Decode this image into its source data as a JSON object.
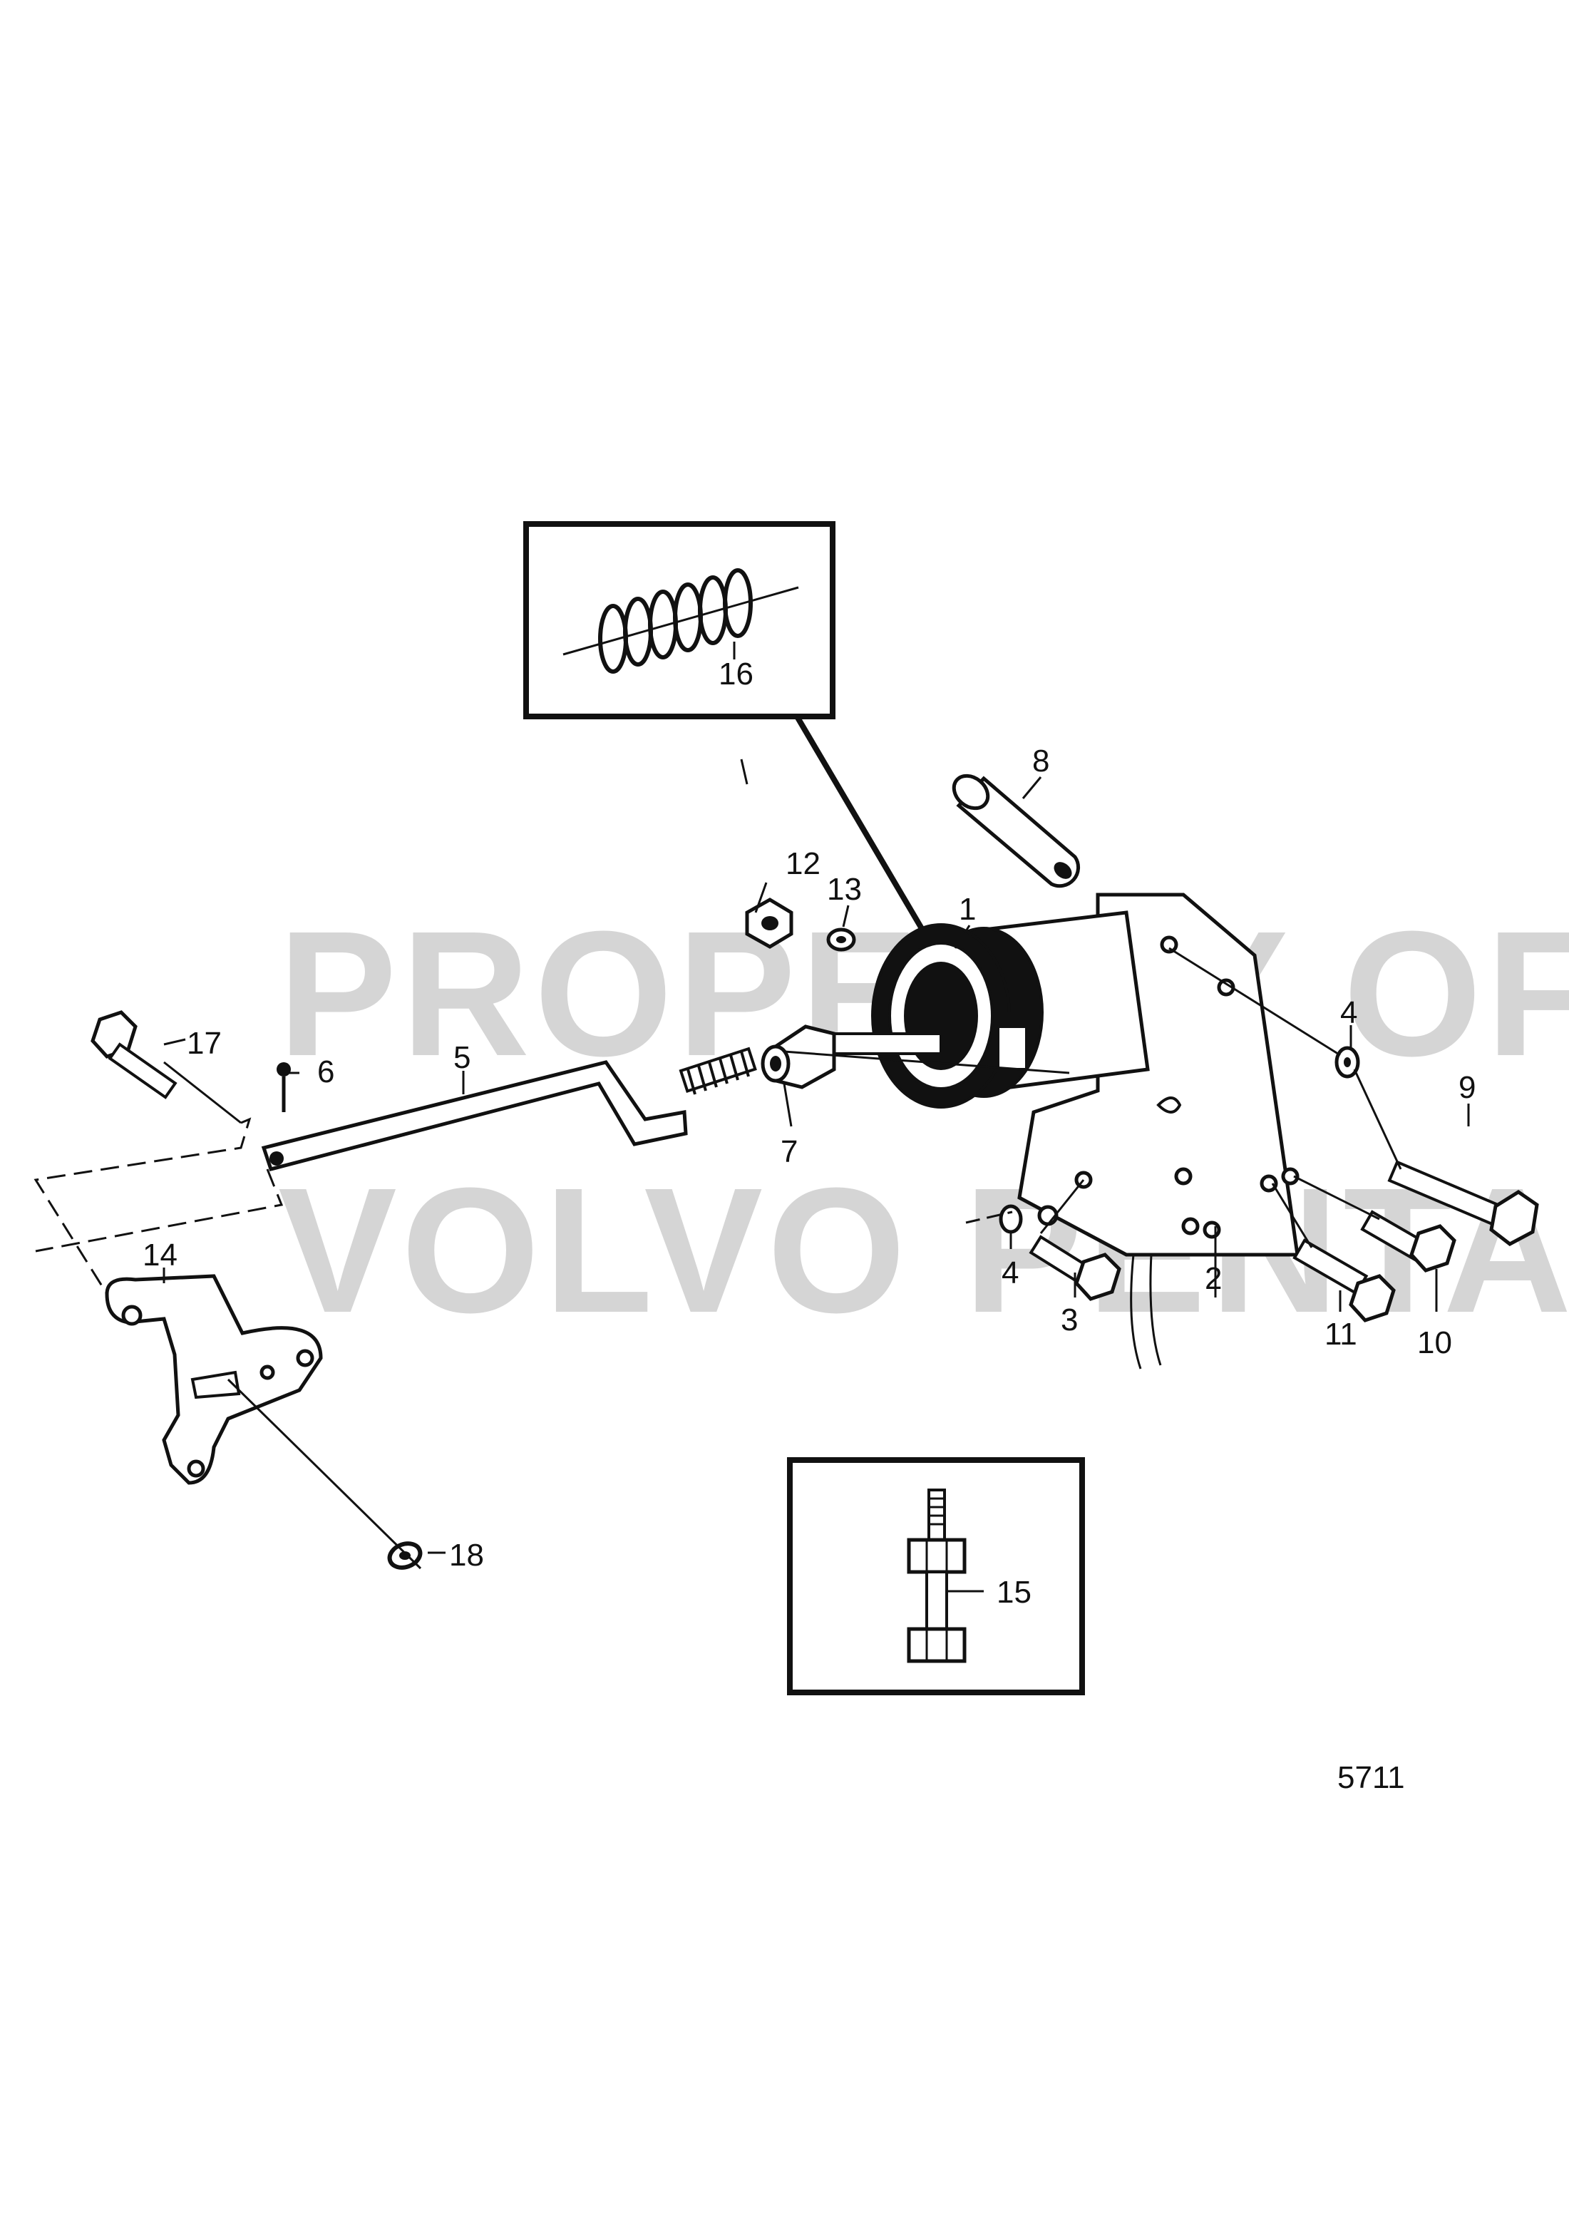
{
  "watermark": {
    "line1": "PROPERTY OF",
    "line2": "VOLVO PENTA"
  },
  "figure_number": "5711",
  "callouts": {
    "c1": "1",
    "c2": "2",
    "c3": "3",
    "c4a": "4",
    "c4b": "4",
    "c5": "5",
    "c6": "6",
    "c7": "7",
    "c8": "8",
    "c9": "9",
    "c10": "10",
    "c11": "11",
    "c12": "12",
    "c13": "13",
    "c14": "14",
    "c15": "15",
    "c16": "16",
    "c17": "17",
    "c18": "18"
  }
}
